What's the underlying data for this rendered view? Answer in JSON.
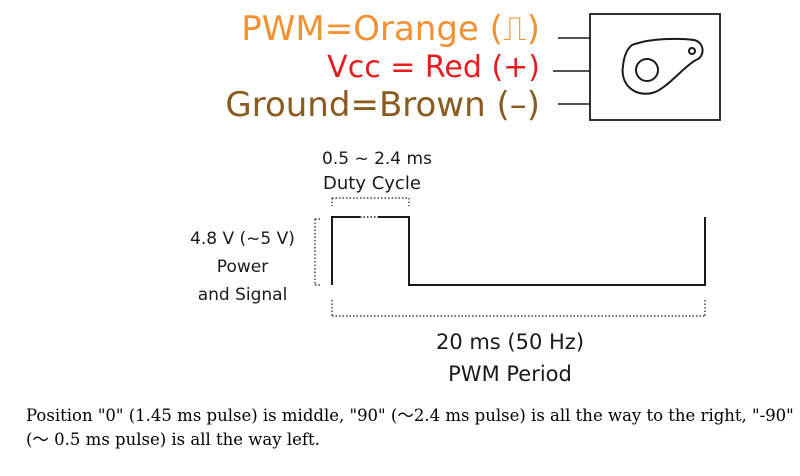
{
  "wires": {
    "pwm": {
      "name": "PWM",
      "eq": "=",
      "color_name": "Orange",
      "symbol": "(⎍)",
      "color": "#f29132"
    },
    "vcc": {
      "name": "Vcc",
      "eq": " = ",
      "color_name": "Red",
      "symbol": "(+)",
      "color": "#e41e1e"
    },
    "ground": {
      "name": "Ground",
      "eq": "=",
      "color_name": "Brown",
      "symbol": "(–)",
      "color": "#8b5a1f"
    }
  },
  "duty": {
    "range": "0.5 ~ 2.4 ms",
    "label": "Duty Cycle"
  },
  "voltage": {
    "value": "4.8 V (~5 V)",
    "line2": "Power",
    "line3": "and Signal"
  },
  "period": {
    "value": "20 ms (50 Hz)",
    "label": "PWM Period"
  },
  "caption": "Position \"0\" (1.45 ms pulse) is middle, \"90\" (～2.4 ms pulse) is all the way to the right, \"-90\" (～ 0.5 ms pulse) is all the way left."
}
